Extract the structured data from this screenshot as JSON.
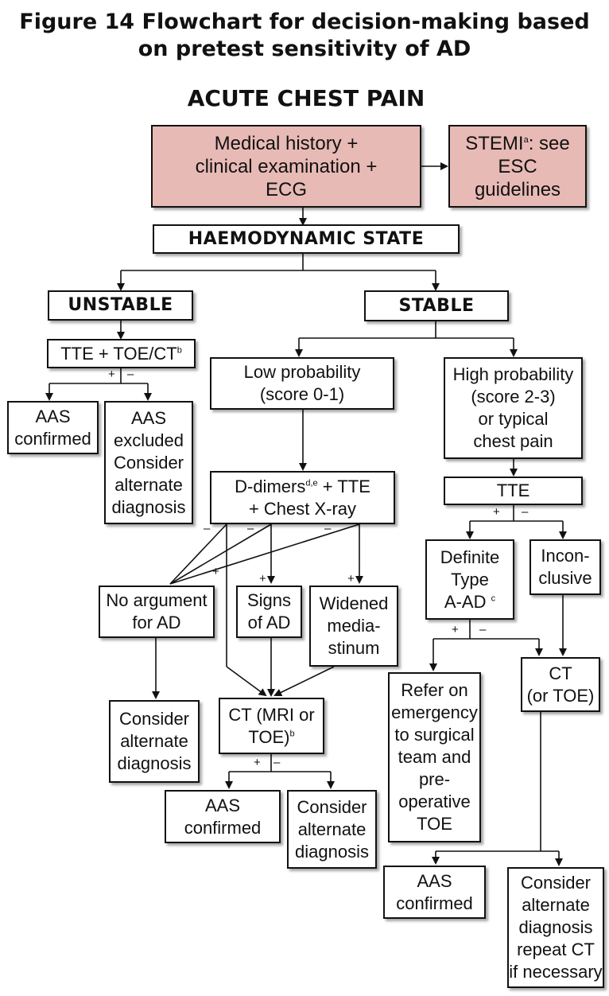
{
  "title": [
    "Figure 14 Flowchart for decision-making based",
    "on pretest sensitivity of AD"
  ],
  "heading": "ACUTE CHEST PAIN",
  "boxes": {
    "history": [
      "Medical history +",
      "clinical examination +",
      "ECG"
    ],
    "stemi": {
      "line1_main": "STEMI",
      "line1_sup": "a",
      "line1_rest": ": see",
      "line2": "ESC",
      "line3": "guidelines"
    },
    "haemo": "HAEMODYNAMIC STATE",
    "unstable": "UNSTABLE",
    "stable": "STABLE",
    "tte_toe": {
      "main": "TTE + TOE/CT",
      "sup": "b"
    },
    "aas_conf_left": [
      "AAS",
      "confirmed"
    ],
    "aas_excl": [
      "AAS",
      "excluded",
      "Consider",
      "alternate",
      "diagnosis"
    ],
    "low_prob": [
      "Low probability",
      "(score 0-1)"
    ],
    "high_prob": [
      "High probability",
      "(score 2-3)",
      "or typical",
      "chest pain"
    ],
    "ddimers": {
      "main": "D-dimers",
      "sup": "d,e",
      "rest": " + TTE",
      "line2": "+ Chest X-ray"
    },
    "tte": "TTE",
    "definite": {
      "line1": "Definite",
      "line2": "Type",
      "line3_main": "A-AD ",
      "line3_sup": "c"
    },
    "inconclusive": [
      "Incon-",
      "clusive"
    ],
    "no_arg": [
      "No argument",
      "for AD"
    ],
    "signs": [
      "Signs",
      "of AD"
    ],
    "widened": [
      "Widened",
      "media-",
      "stinum"
    ],
    "ct_right": [
      "CT",
      "(or TOE)"
    ],
    "refer": [
      "Refer on",
      "emergency",
      "to surgical",
      "team and",
      "pre-",
      "operative",
      "TOE"
    ],
    "consider_left": [
      "Consider",
      "alternate",
      "diagnosis"
    ],
    "ct_mri": {
      "line1": "CT (MRI or",
      "line2_main": "TOE)",
      "line2_sup": "b"
    },
    "aas_conf_mid": [
      "AAS",
      "confirmed"
    ],
    "consider_mid": [
      "Consider",
      "alternate",
      "diagnosis"
    ],
    "aas_conf_right": [
      "AAS",
      "confirmed"
    ],
    "consider_right": [
      "Consider",
      "alternate",
      "diagnosis",
      "repeat CT",
      "if necessary"
    ]
  },
  "signs": {
    "plus": "+",
    "minus": "–"
  }
}
